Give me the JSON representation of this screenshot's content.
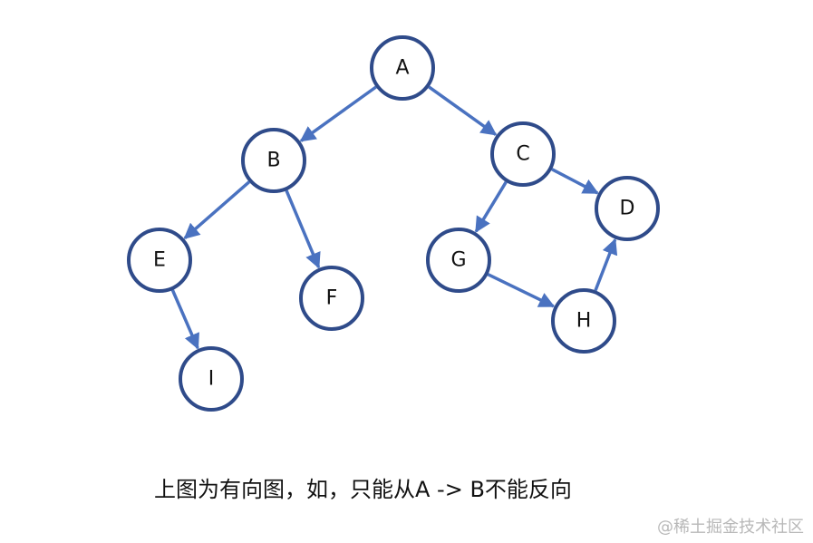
{
  "diagram": {
    "type": "directed-graph",
    "colors": {
      "node_stroke": "#2f4b8a",
      "edge": "#4a72c0",
      "label": "#111111"
    },
    "nodes": [
      {
        "id": "A",
        "label": "A"
      },
      {
        "id": "B",
        "label": "B"
      },
      {
        "id": "C",
        "label": "C"
      },
      {
        "id": "D",
        "label": "D"
      },
      {
        "id": "E",
        "label": "E"
      },
      {
        "id": "F",
        "label": "F"
      },
      {
        "id": "G",
        "label": "G"
      },
      {
        "id": "H",
        "label": "H"
      },
      {
        "id": "I",
        "label": "I"
      }
    ],
    "edges": [
      {
        "from": "A",
        "to": "B"
      },
      {
        "from": "A",
        "to": "C"
      },
      {
        "from": "B",
        "to": "E"
      },
      {
        "from": "B",
        "to": "F"
      },
      {
        "from": "E",
        "to": "I"
      },
      {
        "from": "C",
        "to": "G"
      },
      {
        "from": "C",
        "to": "D"
      },
      {
        "from": "G",
        "to": "H"
      },
      {
        "from": "H",
        "to": "D"
      }
    ]
  },
  "caption": "上图为有向图，如，只能从A -> B不能反向",
  "watermark": "@稀土掘金技术社区"
}
